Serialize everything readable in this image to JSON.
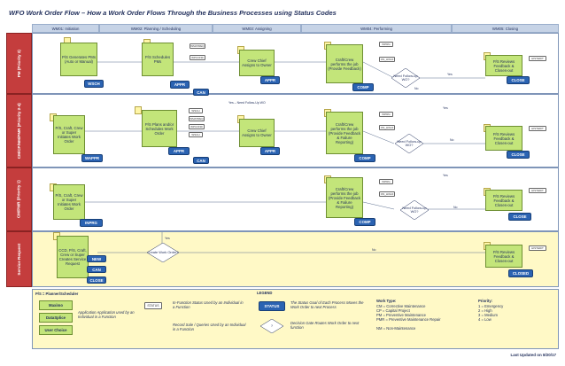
{
  "title": "WFO Work Order Flow – How a Work Order Flows Through the Business Processes using Status Codes",
  "headers": [
    "WM01: Initiation",
    "WM02: Planning / Scheduling",
    "WM03: Assigning",
    "WM04: Performing",
    "WM05: Closing"
  ],
  "lanes": [
    {
      "label": "PM (Priority 3)"
    },
    {
      "label": "CM/CP/NM/PMR (Priority 2-4)"
    },
    {
      "label": "CM/PMR (Priority 1)"
    },
    {
      "label": "Service Request"
    }
  ],
  "lane1": {
    "initiator": "P/S Generates PMs (Auto or Manual)",
    "planner": "P/S Schedules PMs",
    "chief": "Crew Chief Assigns to Owner",
    "perform": "Craft/Crew performs the job (Provide Feedback)",
    "decision": "Need Follow-up WO?",
    "close": "P/S Reviews Feedback & Closes-out",
    "s1": "WSCH",
    "s2": "APPR",
    "s3": "CAN",
    "s4": "APPR",
    "s5": "COMP",
    "s6": "CLOSE",
    "t1": "WMATREQ",
    "t2": "WPCOND",
    "t3": "INPRG",
    "t4": "ON_HOLD",
    "t5": "HISTEDIT",
    "yes": "Yes",
    "no": "No"
  },
  "lane2": {
    "initiator": "P/S, Craft, Crew or Super Initiates Work Order",
    "planner": "P/S Plans and/or Schedules Work Order",
    "chief": "Crew Chief Assigns to Owner",
    "perform": "Craft/Crew performs the job (Provide Feedback & Failure Reporting)",
    "decision": "Need Follow-up WO?",
    "close": "P/S Reviews Feedback & Closes-out",
    "s1": "WAPPR",
    "s2": "APPR",
    "s3": "CAN",
    "s4": "APPR",
    "s5": "COMP",
    "s6": "CLOSE",
    "t1": "WSCH",
    "t2": "WMATREQ",
    "t3": "WPCOND",
    "t4": "WSCH",
    "t5": "INPRG",
    "t6": "ON_HOLD",
    "t7": "HISTEDIT",
    "yes": "Yes",
    "no": "No",
    "note": "Yes – Need Follow-Up WO"
  },
  "lane3": {
    "initiator": "P/S, Craft, Crew or Super Initiates Work Order",
    "perform": "Craft/Crew performs the job (Provide Feedback & Failure Reporting)",
    "decision": "Need Follow-up WO?",
    "close": "P/S Reviews Feedback & Closes-out",
    "s1": "INPRG",
    "s5": "COMP",
    "s6": "CLOSE",
    "t1": "INPRG",
    "t2": "ON_HOLD",
    "t3": "HISTEDIT",
    "yes": "Yes",
    "no": "No"
  },
  "lane4": {
    "initiator": "CCD, P/S, Craft, Crew or Super Creates Service Request",
    "decision": "Create Work Order?",
    "close": "P/S Reviews Feedback & Closes-out",
    "s1": "NEW",
    "s2": "CAN",
    "s3": "CLOSE",
    "s4": "CLOSED",
    "t1": "HISTEDIT",
    "yes": "Yes",
    "no": "No"
  },
  "legend": {
    "heading": "LEGEND",
    "ps": "P/S = Planner/Scheduler",
    "maximo": "Maximo",
    "datasplice": "DataSplice",
    "userchoice": "User Choice",
    "app_note": "Application Application used by an Individual in a Function",
    "status_small": "STATUS",
    "infunc": "In-Function Status Used by an Individual in a Function",
    "record": "Record Sale / Queries Used by an Individual in a Function",
    "status_big": "STATUS",
    "status_note": "The Status Goal of Each Process Moves the Work Order to next Process",
    "decision_sym": "?",
    "decision_note": "Decision Gate Routes Work Order to next function",
    "worktype_h": "Work Type:",
    "worktypes": [
      "CM = Corrective Maintenance",
      "CP = Capital Project",
      "PM = Preventive Maintenance",
      "PMR = Preventive Maintenance Repair",
      "NM = Non-Maintenance"
    ],
    "priority_h": "Priority:",
    "priorities": [
      "1 = Emergency",
      "2 = High",
      "3 = Medium",
      "4 = Low"
    ]
  },
  "footer": "Last Updated on 8/20/17",
  "colors": {
    "green": "#c3e57a",
    "blue": "#2b63b2",
    "red": "#c43d3d",
    "yellow": "#fff9c6"
  }
}
